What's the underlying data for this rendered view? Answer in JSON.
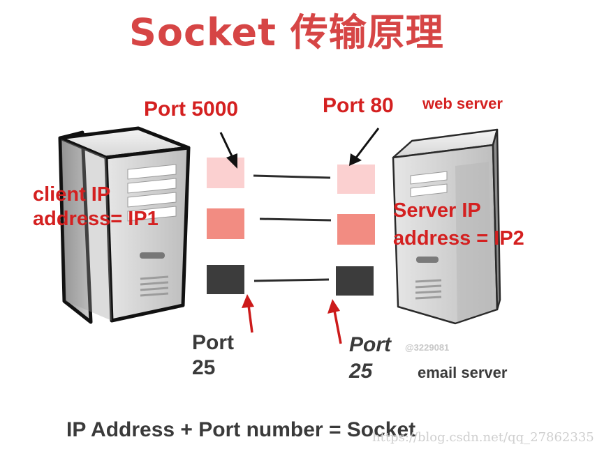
{
  "title": "Socket 传输原理",
  "labels": {
    "port_5000": "Port 5000",
    "port_80": "Port 80",
    "web_server": "web server",
    "client_ip_line1": "client IP",
    "client_ip_line2": "address= IP1",
    "server_ip_line1": "Server IP",
    "server_ip_line2": "address = IP2",
    "port_left": "Port",
    "port_left_num": "25",
    "port_right": "Port",
    "port_right_num": "25",
    "email_server": "email server",
    "formula": "IP Address + Port number = Socket"
  },
  "watermarks": {
    "handle": "@3229081",
    "url": "https://blog.csdn.net/qq_27862335"
  },
  "colors": {
    "title": "#d64545",
    "annotation_red": "#d42020",
    "port_light": "#fbd0d0",
    "port_medium": "#f28c82",
    "port_dark": "#3c3c3c",
    "server_body": "#c9c9c9"
  },
  "ports": [
    {
      "row": "top",
      "tone": "light"
    },
    {
      "row": "middle",
      "tone": "medium"
    },
    {
      "row": "bottom",
      "tone": "dark"
    }
  ]
}
